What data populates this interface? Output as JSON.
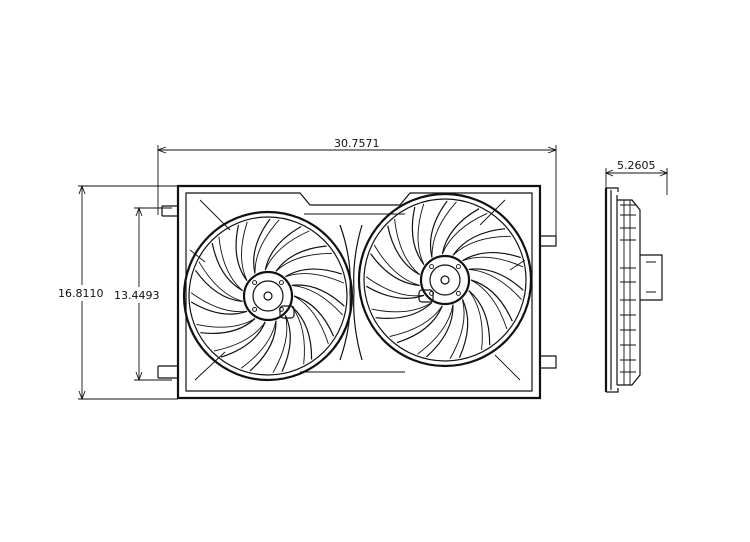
{
  "drawing": {
    "dimensions": {
      "overall_width": "30.7571",
      "overall_height": "16.8110",
      "inner_height": "13.4493",
      "depth": "5.2605"
    },
    "fans": [
      {
        "name": "left-fan",
        "blades": 15
      },
      {
        "name": "right-fan",
        "blades": 15
      }
    ]
  }
}
